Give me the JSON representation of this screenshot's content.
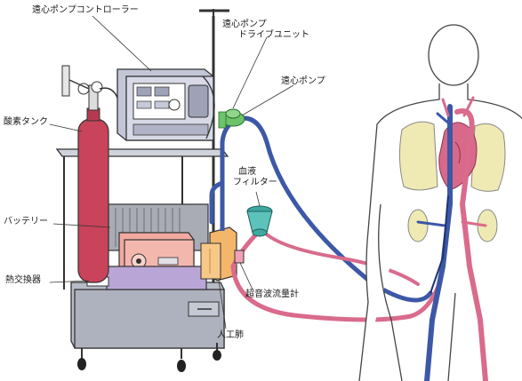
{
  "labels": {
    "controller": "遠心ポンプコントローラー",
    "drive_unit_line1": "遠心ポンプ",
    "drive_unit_line2": "ドライブユニット",
    "pump": "遠心ポンプ",
    "oxygen_tank": "酸素タンク",
    "blood_filter_line1": "血液",
    "blood_filter_line2": "フィルター",
    "battery": "バッテリー",
    "heat_exchanger": "熱交換器",
    "flowmeter": "超音波流量計",
    "oxygenator": "人工肺"
  },
  "colors": {
    "venous": "#3d58a6",
    "arterial": "#d96b8c",
    "tank": "#c9435a",
    "cart": "#b8bcc8",
    "oxygenator": "#f4b66b",
    "filter": "#3fa8a0",
    "pump": "#6cc36a",
    "heart": "#d8698a",
    "lung": "#efe9b4",
    "kidney": "#efe9b4"
  }
}
